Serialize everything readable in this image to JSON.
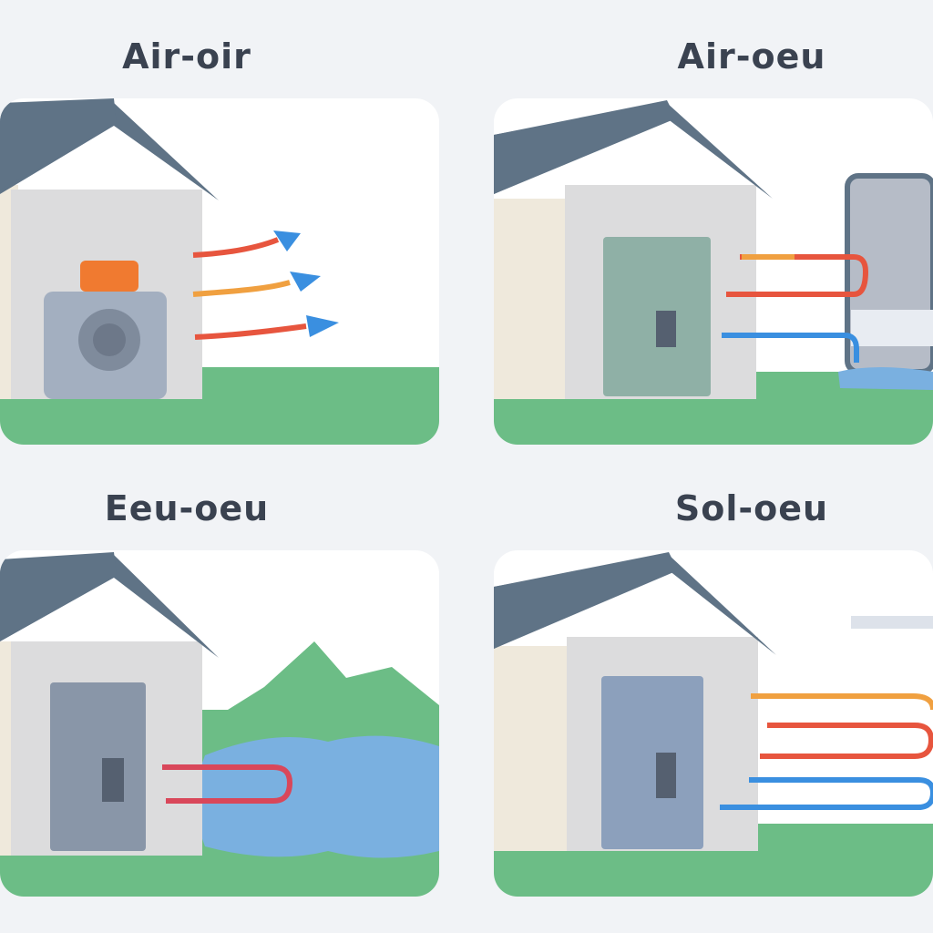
{
  "panels": [
    {
      "title": "Air-oir"
    },
    {
      "title": "Air-oeu"
    },
    {
      "title": "Eeu-oeu"
    },
    {
      "title": "Sol-oeu"
    }
  ],
  "colors": {
    "roof": "#5f7386",
    "wall": "#dcdcdd",
    "wall_side": "#efe9dc",
    "grass": "#6cbd86",
    "hot": "#e7553e",
    "warm": "#f0a040",
    "cold": "#3a8fe0",
    "water": "#7ab0e0"
  }
}
